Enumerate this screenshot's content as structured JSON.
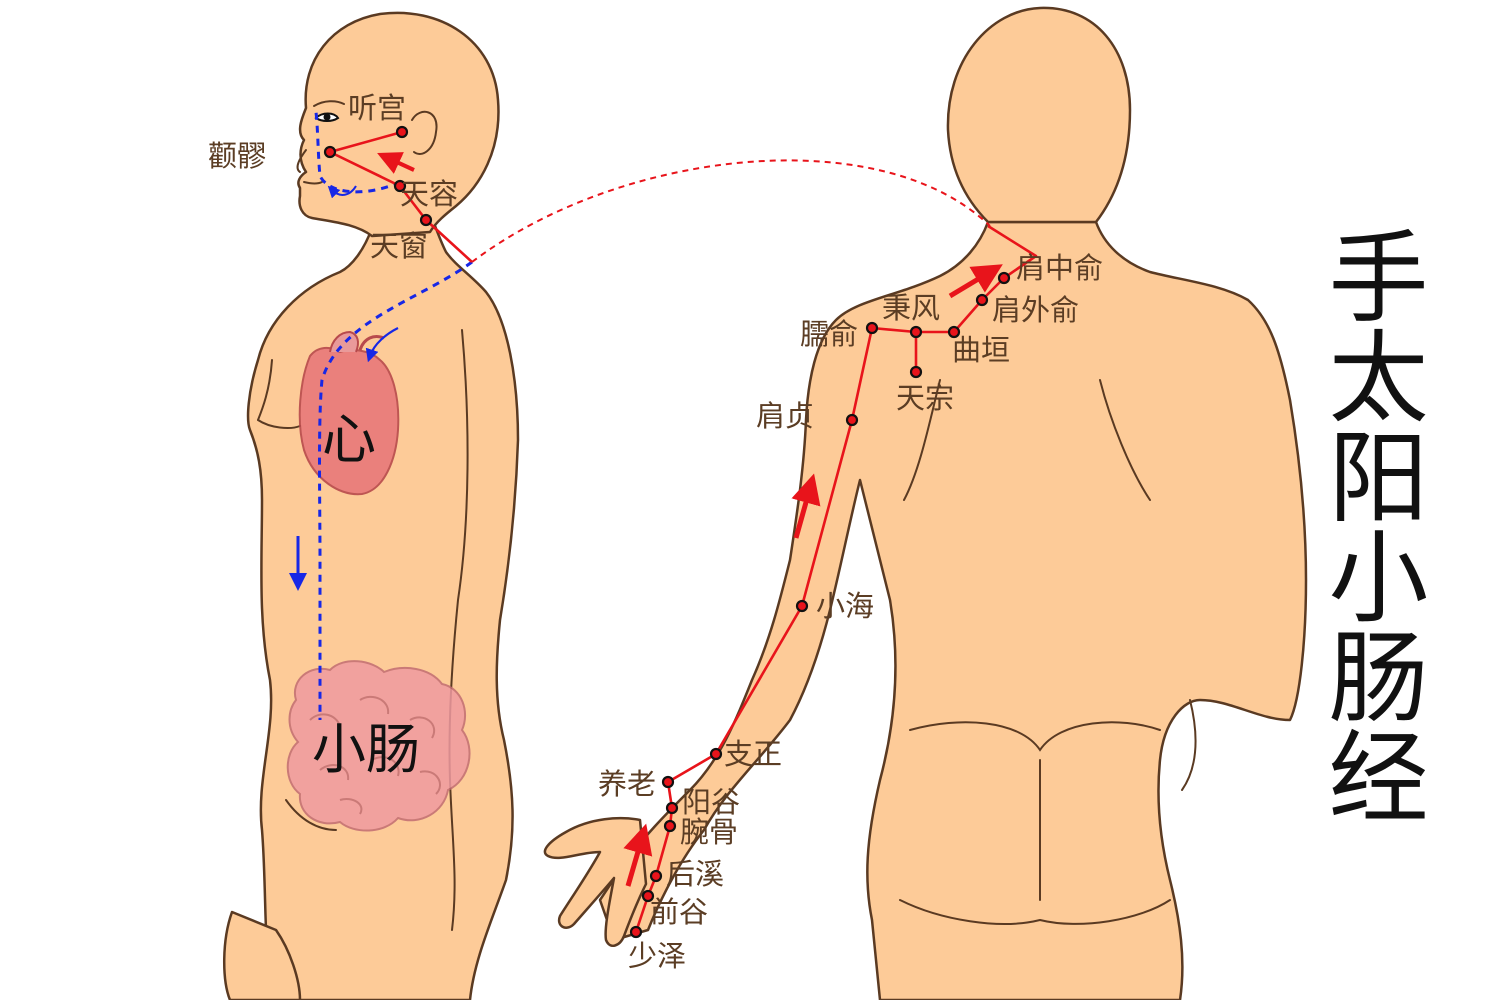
{
  "title": "手太阳小肠经",
  "organs": {
    "heart": "心",
    "small_intestine": "小肠"
  },
  "acupoints": {
    "tinggong": "听宫",
    "quanliao": "颧髎",
    "tianrong": "天容",
    "tianchuang": "天窗",
    "jianzhongshu": "肩中俞",
    "jianwaishu": "肩外俞",
    "bingfeng": "秉风",
    "naoshu": "臑俞",
    "quyuan": "曲垣",
    "tianzong": "天宗",
    "jianzhen": "肩贞",
    "xiaohai": "小海",
    "zhizheng": "支正",
    "yanglao": "养老",
    "yanggu": "阳谷",
    "wangu": "腕骨",
    "houxi": "后溪",
    "qiangu": "前谷",
    "shaoze": "少泽"
  },
  "colors": {
    "skin": "#FDCB98",
    "outline": "#5a3a22",
    "meridian": "#e8141b",
    "internal_branch": "#1727e6",
    "heart": "#e8787a",
    "intestine": "#ef9aa0"
  }
}
